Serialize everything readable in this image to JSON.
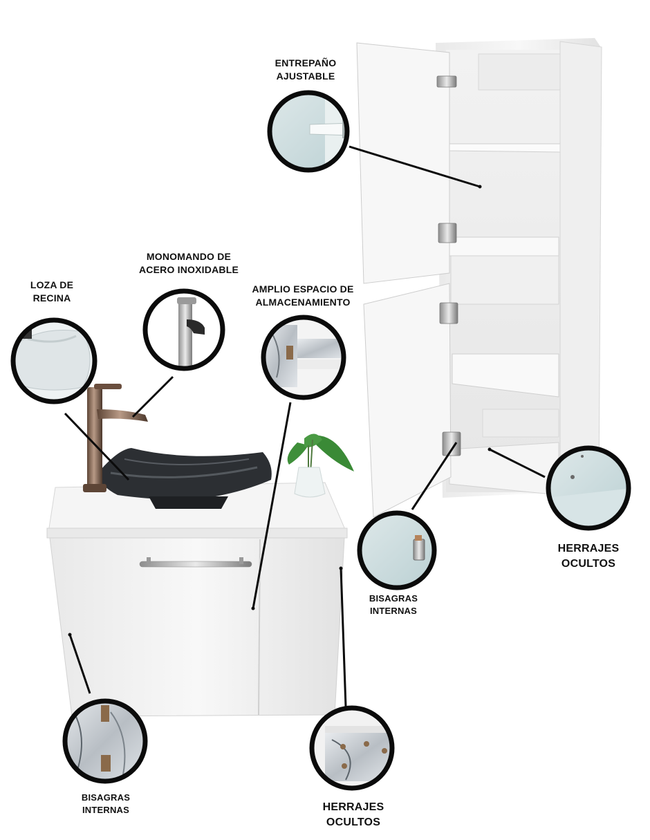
{
  "callouts": {
    "shelf": "ENTREPAÑO\nAJUSTABLE",
    "faucet": "MONOMANDO DE\nACERO INOXIDABLE",
    "basin": "LOZA DE\nRECINA",
    "storage": "AMPLIO ESPACIO DE\nALMACENAMIENTO",
    "hinges_tall": "BISAGRAS\nINTERNAS",
    "hardware_tall": "HERRAJES\nOCULTOS",
    "hinges_vanity": "BISAGRAS\nINTERNAS",
    "hardware_vanity": "HERRAJES\nOCULTOS"
  },
  "colors": {
    "cabinet": "#f4f4f4",
    "ring": "#0b0b0b",
    "basin": "#2a2d30",
    "faucet": "#7a5a48",
    "leaf": "#3f8f3a"
  }
}
